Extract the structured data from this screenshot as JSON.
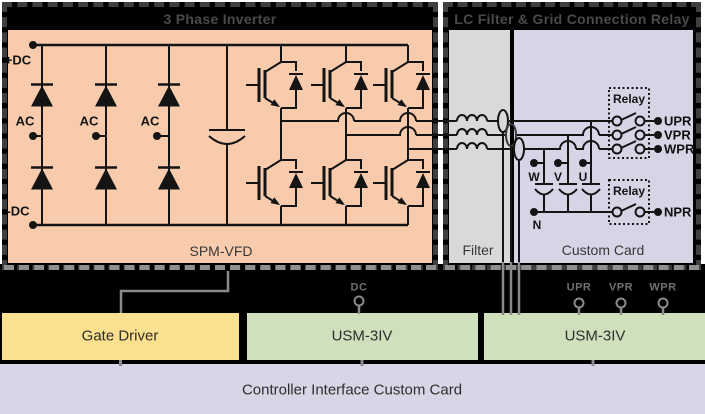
{
  "inverter": {
    "title": "3 Phase Inverter",
    "module_label": "SPM-VFD",
    "dc_plus": "+DC",
    "dc_minus": "-DC",
    "ac": "AC"
  },
  "filter_grid": {
    "title": "LC Filter & Grid Connection Relay",
    "filter_label": "Filter",
    "custom_card_label": "Custom Card",
    "relay_label": "Relay",
    "phases": [
      "W",
      "V",
      "U"
    ],
    "neutral": "N",
    "terminals": [
      "UPR",
      "VPR",
      "WPR"
    ],
    "neutral_terminal": "NPR"
  },
  "bottom": {
    "gate_driver": "Gate Driver",
    "usm_label": "USM-3IV",
    "controller": "Controller Interface Custom Card",
    "dc_input": "DC",
    "sense_inputs": [
      "UPR",
      "VPR",
      "WPR"
    ]
  },
  "colors": {
    "background": "#000000",
    "inverter_box": "#f8cbad",
    "filter_box": "#d9d9d9",
    "custom_card_box": "#d9d3e6",
    "gate_driver_box": "#fbe08f",
    "usm_box": "#cfe0bc",
    "controller_bar": "#d9d5e6",
    "line": "#141414",
    "dim_line": "#8a8a8a"
  }
}
